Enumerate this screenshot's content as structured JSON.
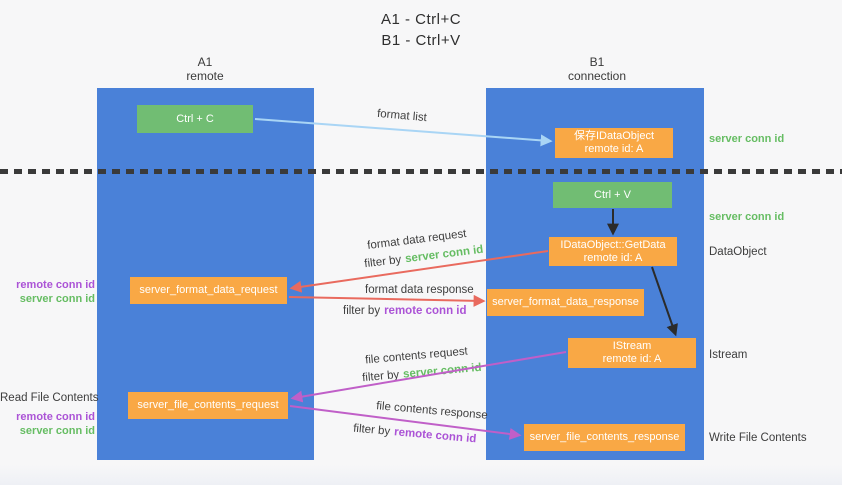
{
  "title": {
    "line1": "A1 - Ctrl+C",
    "line2": "B1 - Ctrl+V"
  },
  "lanes": {
    "left": {
      "id": "A1",
      "subtitle": "remote"
    },
    "right": {
      "id": "B1",
      "subtitle": "connection"
    }
  },
  "nodes": {
    "ctrl_c": {
      "label": "Ctrl + C"
    },
    "ctrl_v": {
      "label": "Ctrl + V"
    },
    "save_dataobject": {
      "line1": "保存IDataObject",
      "line2": "remote id: A"
    },
    "getdata": {
      "line1": "IDataObject::GetData",
      "line2": "remote id: A"
    },
    "istream": {
      "line1": "IStream",
      "line2": "remote id: A"
    },
    "server_format_data_request": {
      "label": "server_format_data_request"
    },
    "server_format_data_response": {
      "label": "server_format_data_response"
    },
    "server_file_contents_request": {
      "label": "server_file_contents_request"
    },
    "server_file_contents_response": {
      "label": "server_file_contents_response"
    }
  },
  "flow_labels": {
    "format_list": "format list",
    "format_data_request": "format data request",
    "format_data_request_filter": {
      "prefix": "filter by",
      "key": "server conn id"
    },
    "format_data_response": "format data response",
    "format_data_response_filter": {
      "prefix": "filter by",
      "key": "remote conn id"
    },
    "file_contents_request": "file contents request",
    "file_contents_request_filter": {
      "prefix": "filter by",
      "key": "server conn id"
    },
    "file_contents_response": "file contents response",
    "file_contents_response_filter": {
      "prefix": "filter by",
      "key": "remote conn id"
    }
  },
  "side_labels": {
    "right_server_conn_id_top": "server conn id",
    "right_server_conn_id_mid": "server conn id",
    "right_dataobject": "DataObject",
    "right_istream": "Istream",
    "right_write_file_contents": "Write File Contents",
    "left_remote_conn_id_top": "remote conn id",
    "left_server_conn_id_top": "server conn id",
    "left_read_file_contents": "Read File Contents",
    "left_remote_conn_id_bottom": "remote conn id",
    "left_server_conn_id_bottom": "server conn id"
  },
  "colors": {
    "lane_blue": "#4a81d8",
    "node_green": "#71bd73",
    "node_orange": "#f9a845",
    "arrow_blue": "#a9d5f5",
    "arrow_red": "#e96a5e",
    "arrow_magenta": "#c05fc8",
    "text_green": "#66bd63",
    "text_purple": "#ab53d6",
    "text_dark": "#3d3d3d",
    "background": "#f7f7f8"
  }
}
